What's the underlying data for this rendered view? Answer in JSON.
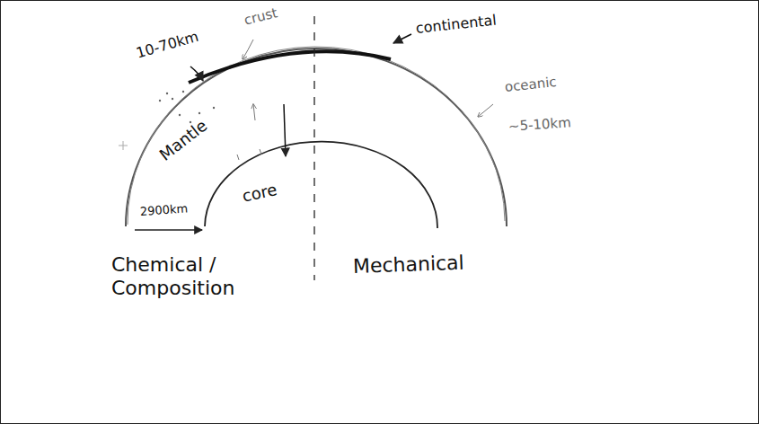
{
  "diagram": {
    "labels": [
      "10-70km",
      "crust",
      "continental",
      "oceanic",
      "~5-10km",
      "Mantle",
      "core",
      "2900km",
      "Chemical / Composition",
      "Mechanical"
    ]
  }
}
